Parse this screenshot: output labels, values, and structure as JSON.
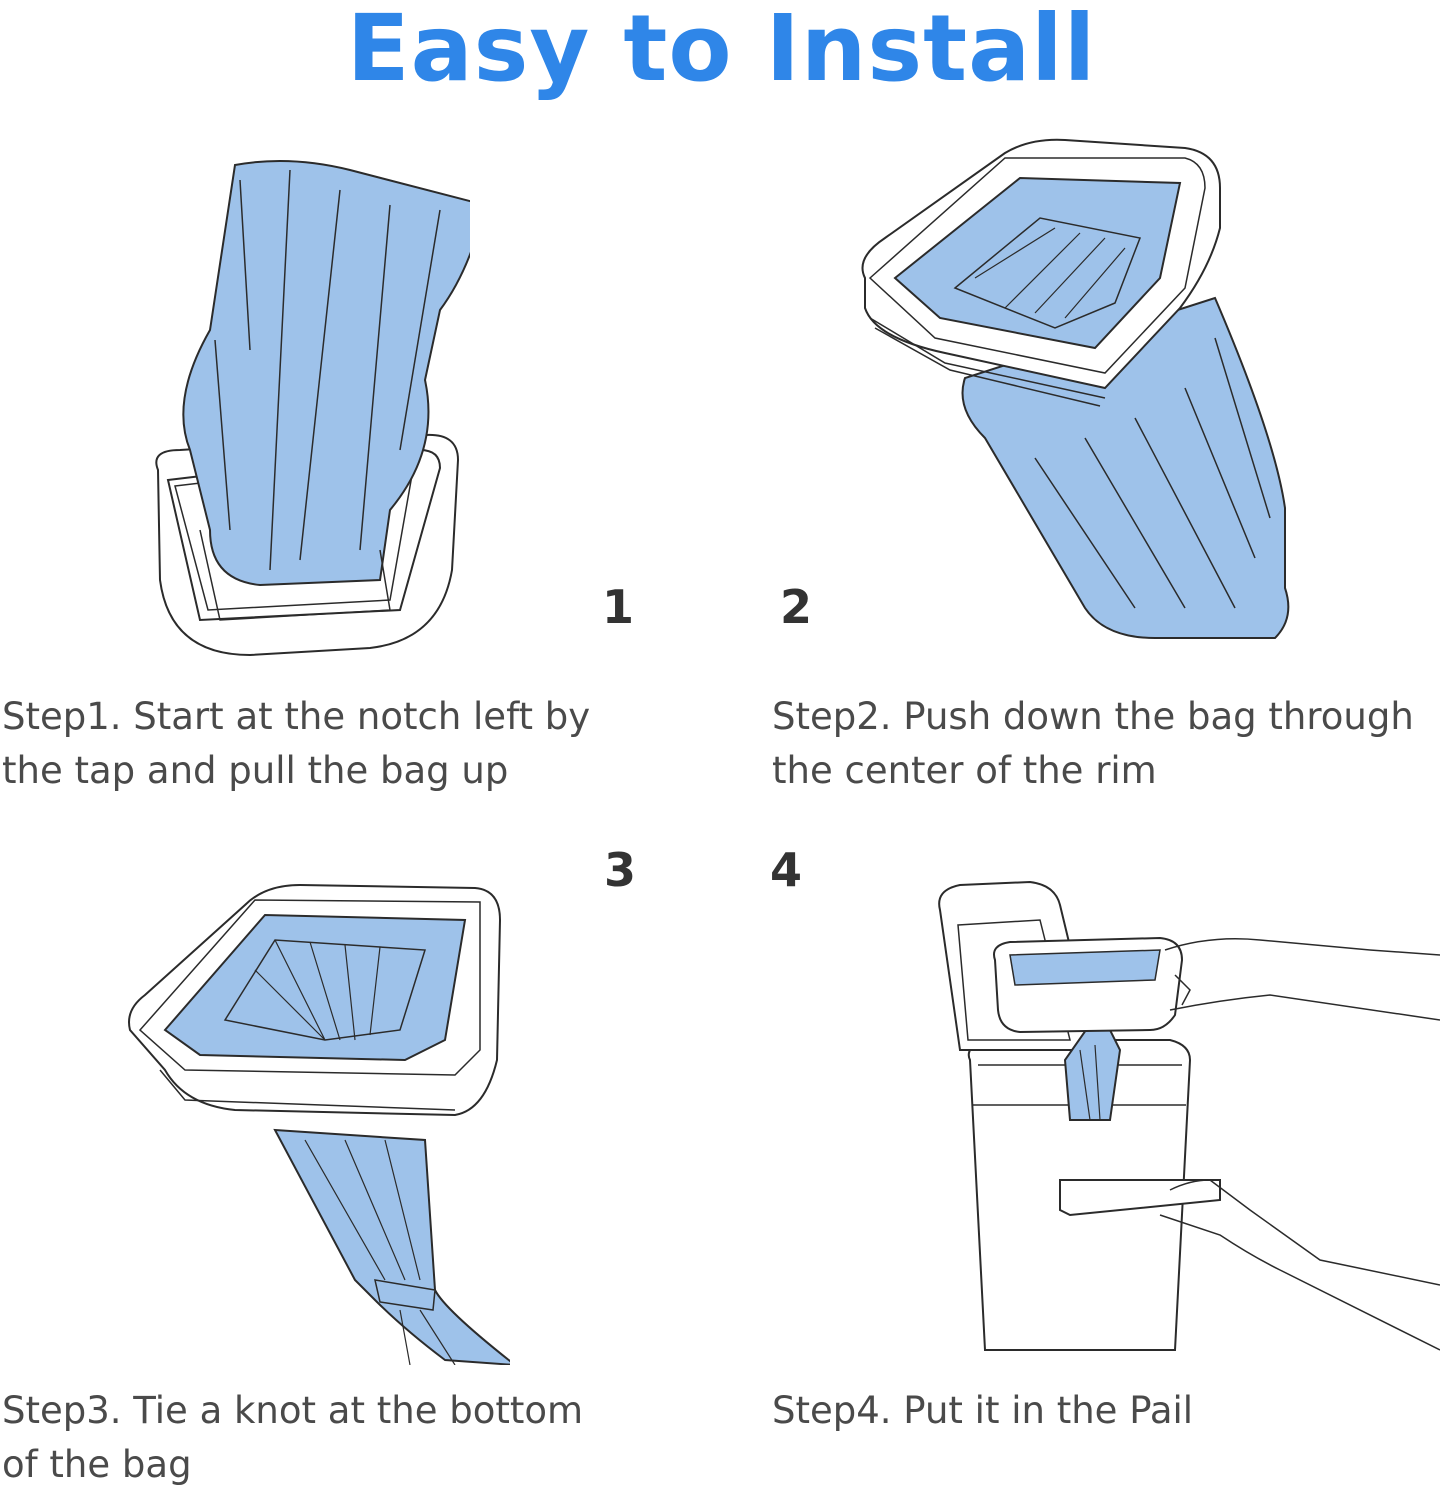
{
  "title": "Easy to Install",
  "colors": {
    "title": "#2f86e8",
    "bag": "#9ec2ea",
    "outline": "#2b2b2b"
  },
  "steps": [
    {
      "number": "1",
      "caption": "Step1. Start at the notch left by the tap and pull the bag up",
      "illustration": "bag-pulled-up-from-rim"
    },
    {
      "number": "2",
      "caption": "Step2. Push down the bag through the center of the rim",
      "illustration": "bag-pushed-through-rim"
    },
    {
      "number": "3",
      "caption": "Step3. Tie a knot at the bottom of the bag",
      "illustration": "bag-knot-under-rim"
    },
    {
      "number": "4",
      "caption": "Step4. Put it in the Pail",
      "illustration": "cassette-into-pail"
    }
  ]
}
